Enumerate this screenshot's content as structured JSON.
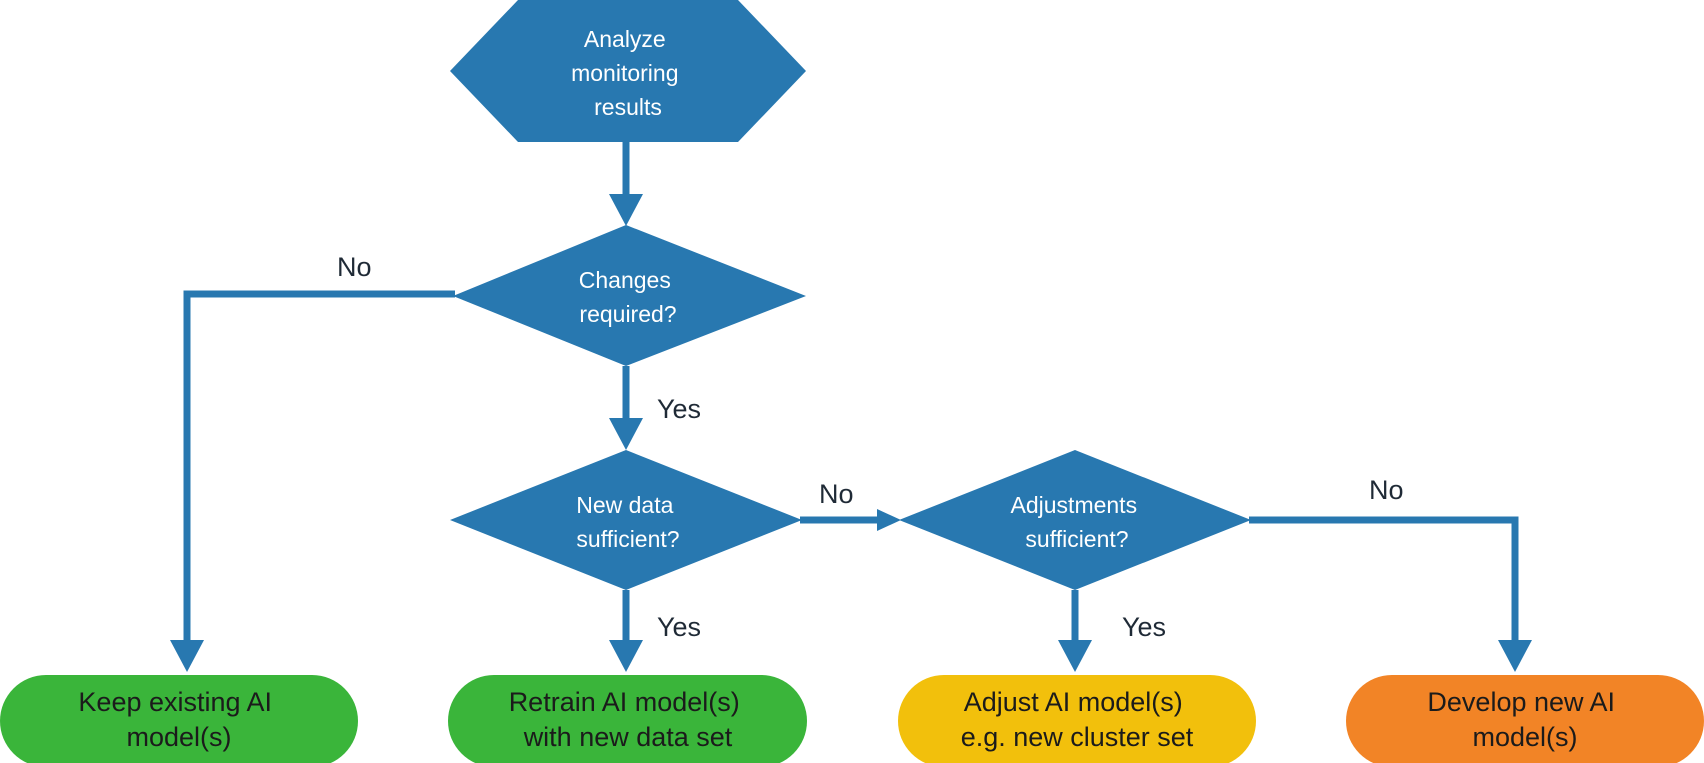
{
  "colors": {
    "process": "#2878b0",
    "connector": "#2878b0",
    "keep": "#3ab53a",
    "retrain": "#3ab53a",
    "adjust": "#f2c00c",
    "develop": "#f28426"
  },
  "nodes": {
    "analyze": {
      "lines": [
        "Analyze",
        "monitoring",
        "results"
      ]
    },
    "changes": {
      "lines": [
        "Changes",
        "required?"
      ]
    },
    "new_data": {
      "lines": [
        "New data",
        "sufficient?"
      ]
    },
    "adjustments": {
      "lines": [
        "Adjustments",
        "sufficient?"
      ]
    },
    "keep": {
      "lines": [
        "Keep existing AI",
        "model(s)"
      ]
    },
    "retrain": {
      "lines": [
        "Retrain AI model(s)",
        "with new data set"
      ]
    },
    "adjust": {
      "lines": [
        "Adjust AI model(s)",
        "e.g. new cluster set"
      ]
    },
    "develop": {
      "lines": [
        "Develop new AI",
        "model(s)"
      ]
    }
  },
  "edges": {
    "changes_no": "No",
    "changes_yes": "Yes",
    "new_data_no": "No",
    "new_data_yes": "Yes",
    "adjustments_yes": "Yes",
    "adjustments_no": "No"
  }
}
